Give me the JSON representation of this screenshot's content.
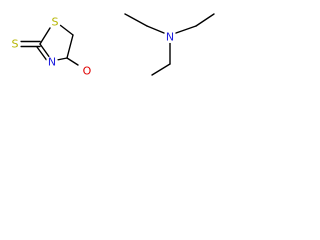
{
  "colors": {
    "bond": "#000000",
    "sulfur": "#b5b500",
    "nitrogen": "#2020e0",
    "oxygen": "#e00000",
    "background": "#ffffff"
  },
  "molecules": [
    {
      "atoms": [
        {
          "label": "S",
          "element": "sulfur"
        },
        {
          "label": "S",
          "element": "sulfur"
        },
        {
          "label": "N",
          "element": "nitrogen"
        },
        {
          "label": "O",
          "element": "oxygen"
        }
      ]
    },
    {
      "atoms": [
        {
          "label": "N",
          "element": "nitrogen"
        }
      ]
    }
  ]
}
